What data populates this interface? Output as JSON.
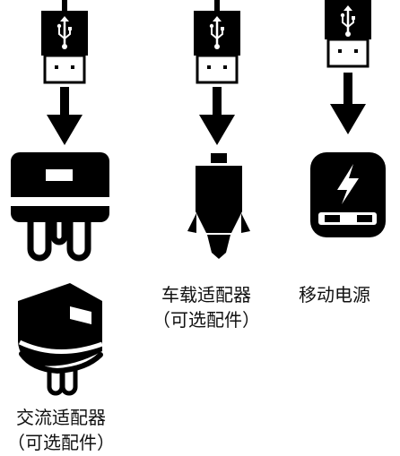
{
  "colors": {
    "ink": "#000000",
    "paper": "#ffffff"
  },
  "icons": [
    "usb-cable-icon",
    "arrow-down-icon",
    "wall-adapter-icon",
    "car-adapter-icon",
    "power-bank-icon",
    "lightning-icon",
    "ac-adapter-icon"
  ],
  "labels": {
    "car_adapter": {
      "line1": "车载适配器",
      "line2": "（可选配件）"
    },
    "power_bank": "移动电源",
    "ac_adapter": {
      "line1": "交流适配器",
      "line2": "（可选配件）"
    }
  }
}
